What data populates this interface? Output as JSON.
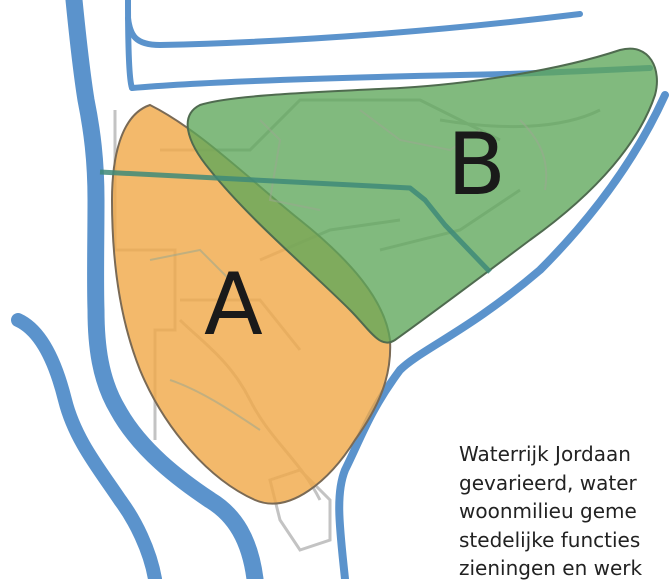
{
  "map": {
    "zones": [
      {
        "id": "A",
        "label": "A",
        "color": "#f0a94a"
      },
      {
        "id": "B",
        "label": "B",
        "color": "#5ea65a"
      }
    ],
    "colors": {
      "water": "#5b93cc",
      "buildings": "#bdbdbd",
      "route": "#3e8a78"
    }
  },
  "caption": {
    "lines": [
      "Waterrijk Jordaan",
      "gevarieerd, water",
      "woonmilieu geme",
      "stedelijke functies",
      "zieningen en werk"
    ]
  }
}
